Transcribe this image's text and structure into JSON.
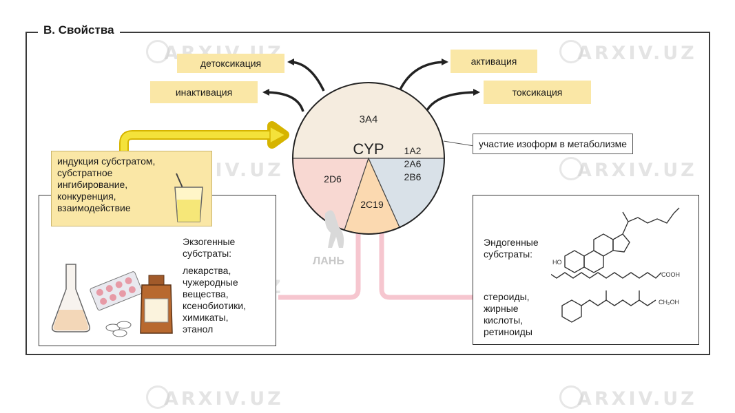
{
  "section_title": "В. Свойства",
  "cyp": {
    "center_label": "CYP",
    "isoforms": [
      {
        "name": "3A4",
        "color": "#f5ecdf"
      },
      {
        "name": "2D6",
        "color": "#f8d8d2"
      },
      {
        "name": "2C19",
        "color": "#fbd9b0"
      },
      {
        "name": "1A2 2A6 2B6",
        "color": "#d9e1e8"
      }
    ]
  },
  "outcomes": {
    "detox": "детоксикация",
    "inactivation": "инактивация",
    "activation": "активация",
    "toxication": "токсикация"
  },
  "callout_label": "участие изоформ в метаболизме",
  "induction_text": "индукция субстратом,\nсубстратное\nингибирование,\nконкуренция,\nвзаимодействие",
  "exogenous": {
    "heading": "Экзогенные\nсубстраты:",
    "items": "лекарства,\nчужеродные\nвещества,\nксенобиотики,\nхимикаты,\nэтанол"
  },
  "endogenous": {
    "heading": "Эндогенные\nсубстраты:",
    "items": "стероиды,\nжирные\nкислоты,\nретиноиды",
    "chem_labels": {
      "ho": "HO",
      "cooh": "COOH",
      "ch2oh": "CH₂OH"
    }
  },
  "logo_text": "ЛАНЬ",
  "watermark_text": "ARXIV.UZ",
  "colors": {
    "yellow_box": "#fae7a6",
    "arrow_yellow": "#f4e23a",
    "connector_pink": "#f6c6cf"
  }
}
